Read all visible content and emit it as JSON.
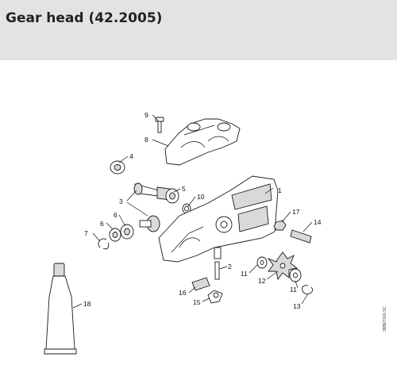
{
  "page": {
    "title": "Gear head (42.2005)",
    "drawing_code": "38BET000 SC"
  },
  "callouts": [
    {
      "id": "c1",
      "label": "1"
    },
    {
      "id": "c2",
      "label": "2"
    },
    {
      "id": "c3",
      "label": "3"
    },
    {
      "id": "c4",
      "label": "4"
    },
    {
      "id": "c5",
      "label": "5"
    },
    {
      "id": "c6a",
      "label": "6"
    },
    {
      "id": "c6b",
      "label": "6"
    },
    {
      "id": "c7",
      "label": "7"
    },
    {
      "id": "c8",
      "label": "8"
    },
    {
      "id": "c9",
      "label": "9"
    },
    {
      "id": "c10",
      "label": "10"
    },
    {
      "id": "c11a",
      "label": "11"
    },
    {
      "id": "c11b",
      "label": "11"
    },
    {
      "id": "c12",
      "label": "12"
    },
    {
      "id": "c13",
      "label": "13"
    },
    {
      "id": "c14",
      "label": "14"
    },
    {
      "id": "c15",
      "label": "15"
    },
    {
      "id": "c16",
      "label": "16"
    },
    {
      "id": "c17",
      "label": "17"
    },
    {
      "id": "c18",
      "label": "18"
    }
  ]
}
